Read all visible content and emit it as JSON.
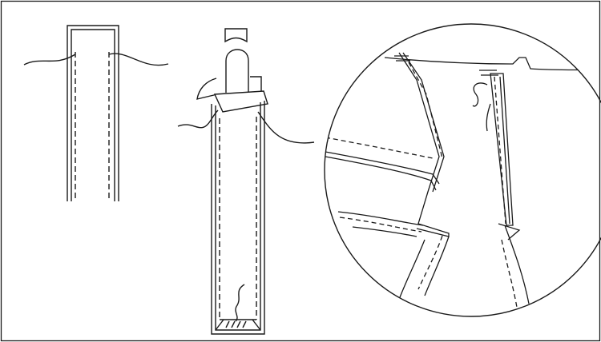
{
  "diagram": {
    "labels": [],
    "colors": {
      "line": "#1a1a1a",
      "panel": "#e9e9e9",
      "background": "#ffffff"
    },
    "panels": [
      {
        "id": "narrow-strip",
        "description_shown": false
      },
      {
        "id": "turned-tube",
        "description_shown": false
      },
      {
        "id": "detail-circle",
        "description_shown": false
      }
    ]
  }
}
